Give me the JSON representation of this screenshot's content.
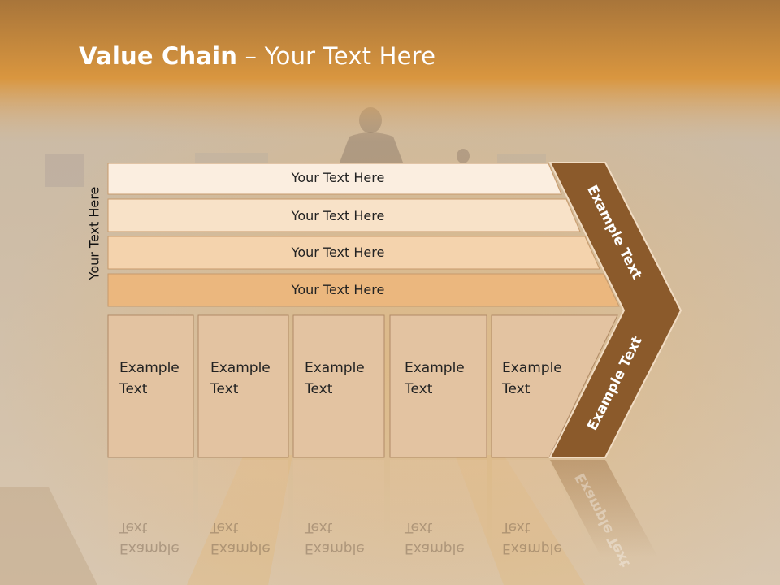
{
  "title": {
    "bold": "Value Chain",
    "rest": " – Your Text Here"
  },
  "side_label": "Your Text Here",
  "rows": [
    {
      "label": "Your Text Here"
    },
    {
      "label": "Your Text Here"
    },
    {
      "label": "Your Text Here"
    },
    {
      "label": "Your Text Here"
    }
  ],
  "columns": [
    {
      "line1": "Example",
      "line2": "Text"
    },
    {
      "line1": "Example",
      "line2": "Text"
    },
    {
      "line1": "Example",
      "line2": "Text"
    },
    {
      "line1": "Example",
      "line2": "Text"
    },
    {
      "line1": "Example",
      "line2": "Text"
    }
  ],
  "arrow_upper_label": "Example Text",
  "arrow_lower_label": "Example Text",
  "colors": {
    "header_orange": "#d9963f",
    "arrow_brown": "#8b5a2b",
    "row1": "#fbeee0",
    "row2": "#f8e2c8",
    "row3": "#f4d3ad",
    "row4": "#ebb77e",
    "column": "#e3c3a1"
  }
}
